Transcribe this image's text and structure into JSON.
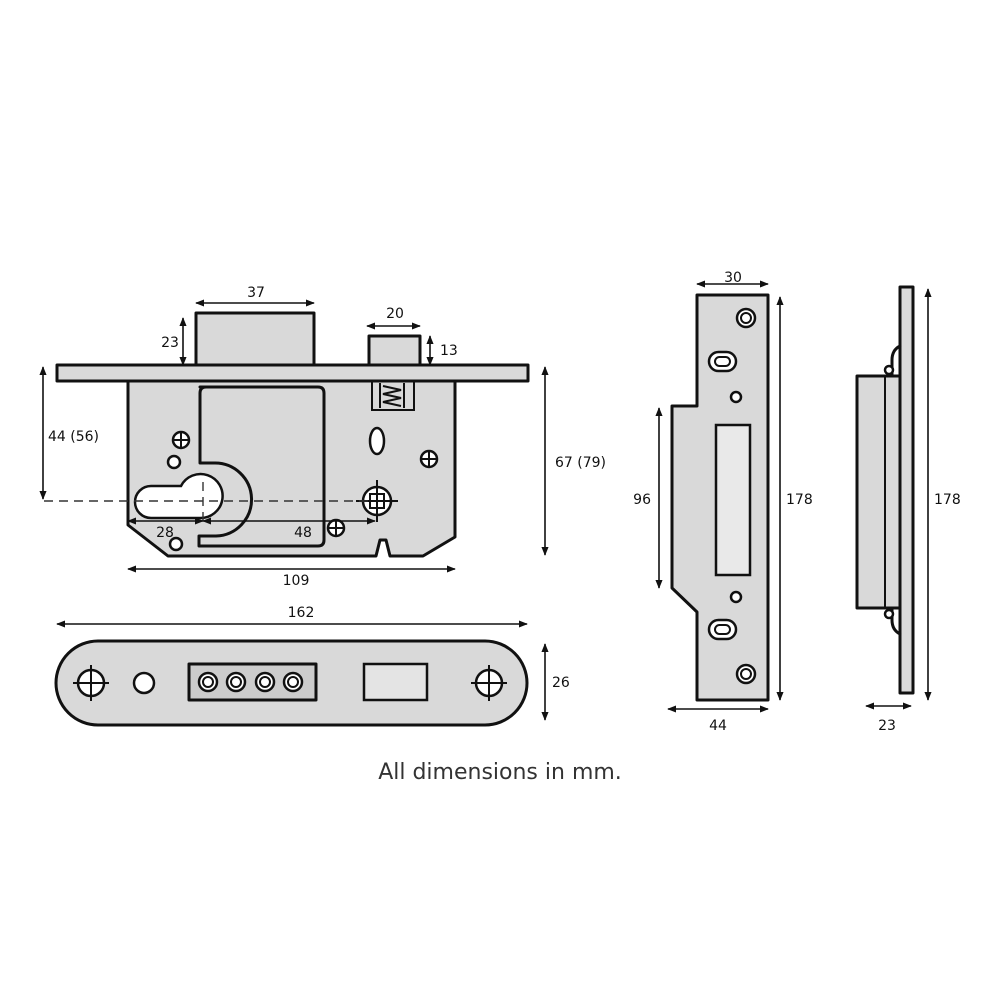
{
  "dimensions": {
    "bolt_width": "37",
    "bolt_throw": "23",
    "latch_width": "20",
    "latch_throw": "13",
    "backset": "44 (56)",
    "case_depth": "67 (79)",
    "cyl_offset": "28",
    "centres": "48",
    "case_width": "109",
    "faceplate_length": "162",
    "faceplate_width": "26",
    "strike_top_width": "30",
    "strike_box_height": "96",
    "strike_length": "178",
    "strike_width": "44",
    "side_length": "178",
    "side_depth": "23"
  },
  "footer": {
    "note": "All dimensions in mm."
  }
}
